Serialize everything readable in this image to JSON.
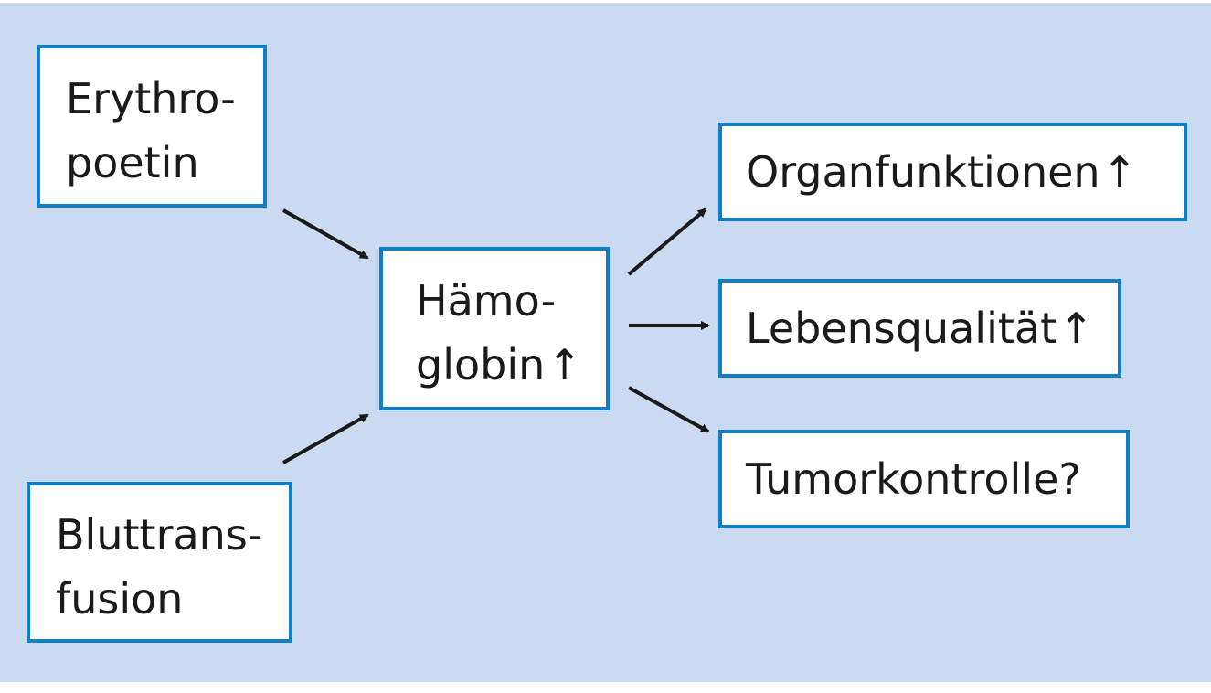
{
  "diagram": {
    "colors": {
      "background": "#cbdaf1",
      "box_fill": "#ffffff",
      "box_border": "#0f7fc7",
      "text": "#1a1a1a",
      "arrow": "#1a1a1a"
    },
    "nodes": {
      "erythropoetin": {
        "lines": [
          "Erythro-",
          "poetin"
        ]
      },
      "bluttransfusion": {
        "lines": [
          "Bluttrans-",
          "fusion"
        ]
      },
      "haemoglobin": {
        "lines": [
          "Hämo-",
          "globin"
        ],
        "up_arrow": "↑"
      },
      "organfunktionen": {
        "label": "Organfunktionen",
        "up_arrow": "↑"
      },
      "lebensqualitaet": {
        "label": "Lebensqualität",
        "up_arrow": "↑"
      },
      "tumorkontrolle": {
        "label": "Tumorkontrolle?"
      }
    },
    "edges": [
      {
        "from": "erythropoetin",
        "to": "haemoglobin"
      },
      {
        "from": "bluttransfusion",
        "to": "haemoglobin"
      },
      {
        "from": "haemoglobin",
        "to": "organfunktionen"
      },
      {
        "from": "haemoglobin",
        "to": "lebensqualitaet"
      },
      {
        "from": "haemoglobin",
        "to": "tumorkontrolle"
      }
    ]
  }
}
